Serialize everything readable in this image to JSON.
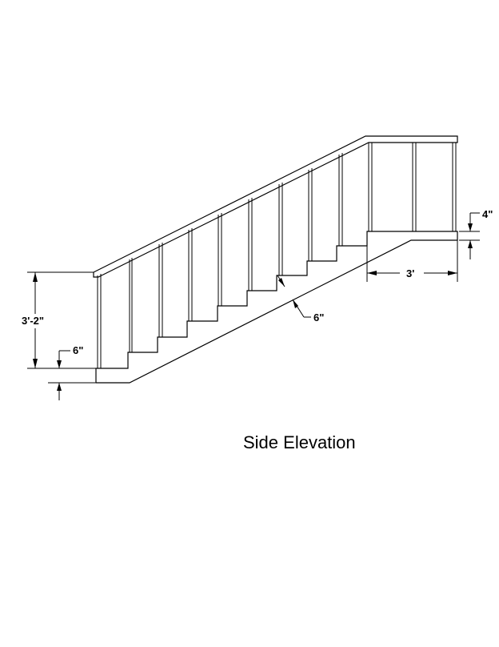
{
  "drawing": {
    "title": "Side Elevation",
    "dimensions": {
      "total_height": "3'-2\"",
      "bottom_step": "6\"",
      "slab_thickness": "6\"",
      "landing_step": "4\"",
      "landing_length": "3'"
    }
  }
}
